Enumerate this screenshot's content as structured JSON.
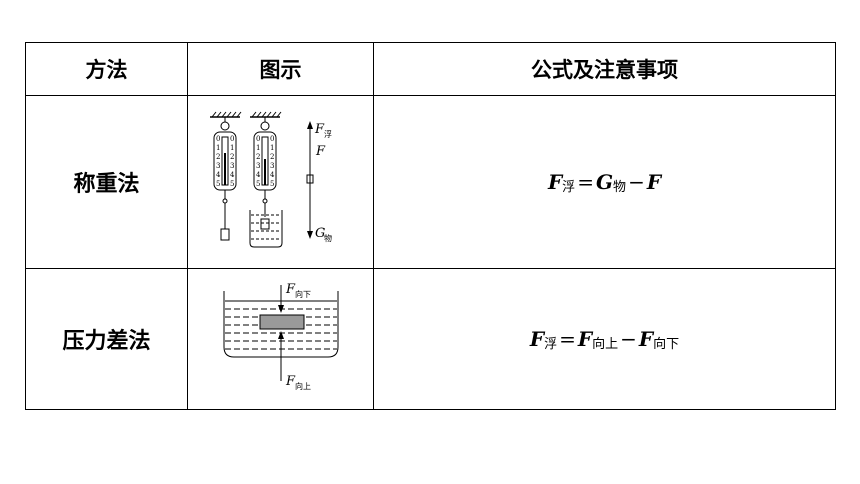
{
  "header": {
    "method": "方法",
    "figure": "图示",
    "formula": "公式及注意事项"
  },
  "rows": [
    {
      "method": "称重法",
      "figure": {
        "force_up": "F",
        "force_up_sub": "浮",
        "force_mid": "F",
        "force_down": "G",
        "force_down_sub": "物",
        "scale_digits": [
          "0",
          "1",
          "2",
          "3",
          "4",
          "5"
        ]
      },
      "formula": {
        "lhs": "F",
        "lhs_sub": "浮",
        "eq": "=",
        "t1": "G",
        "t1_sub": "物",
        "minus": "−",
        "t2": "F"
      }
    },
    {
      "method": "压力差法",
      "figure": {
        "force_top": "F",
        "force_top_sub": "向下",
        "force_bottom": "F",
        "force_bottom_sub": "向上"
      },
      "formula": {
        "lhs": "F",
        "lhs_sub": "浮",
        "eq": "=",
        "t1": "F",
        "t1_sub": "向上",
        "minus": "−",
        "t2": "F",
        "t2_sub": "向下"
      }
    }
  ]
}
